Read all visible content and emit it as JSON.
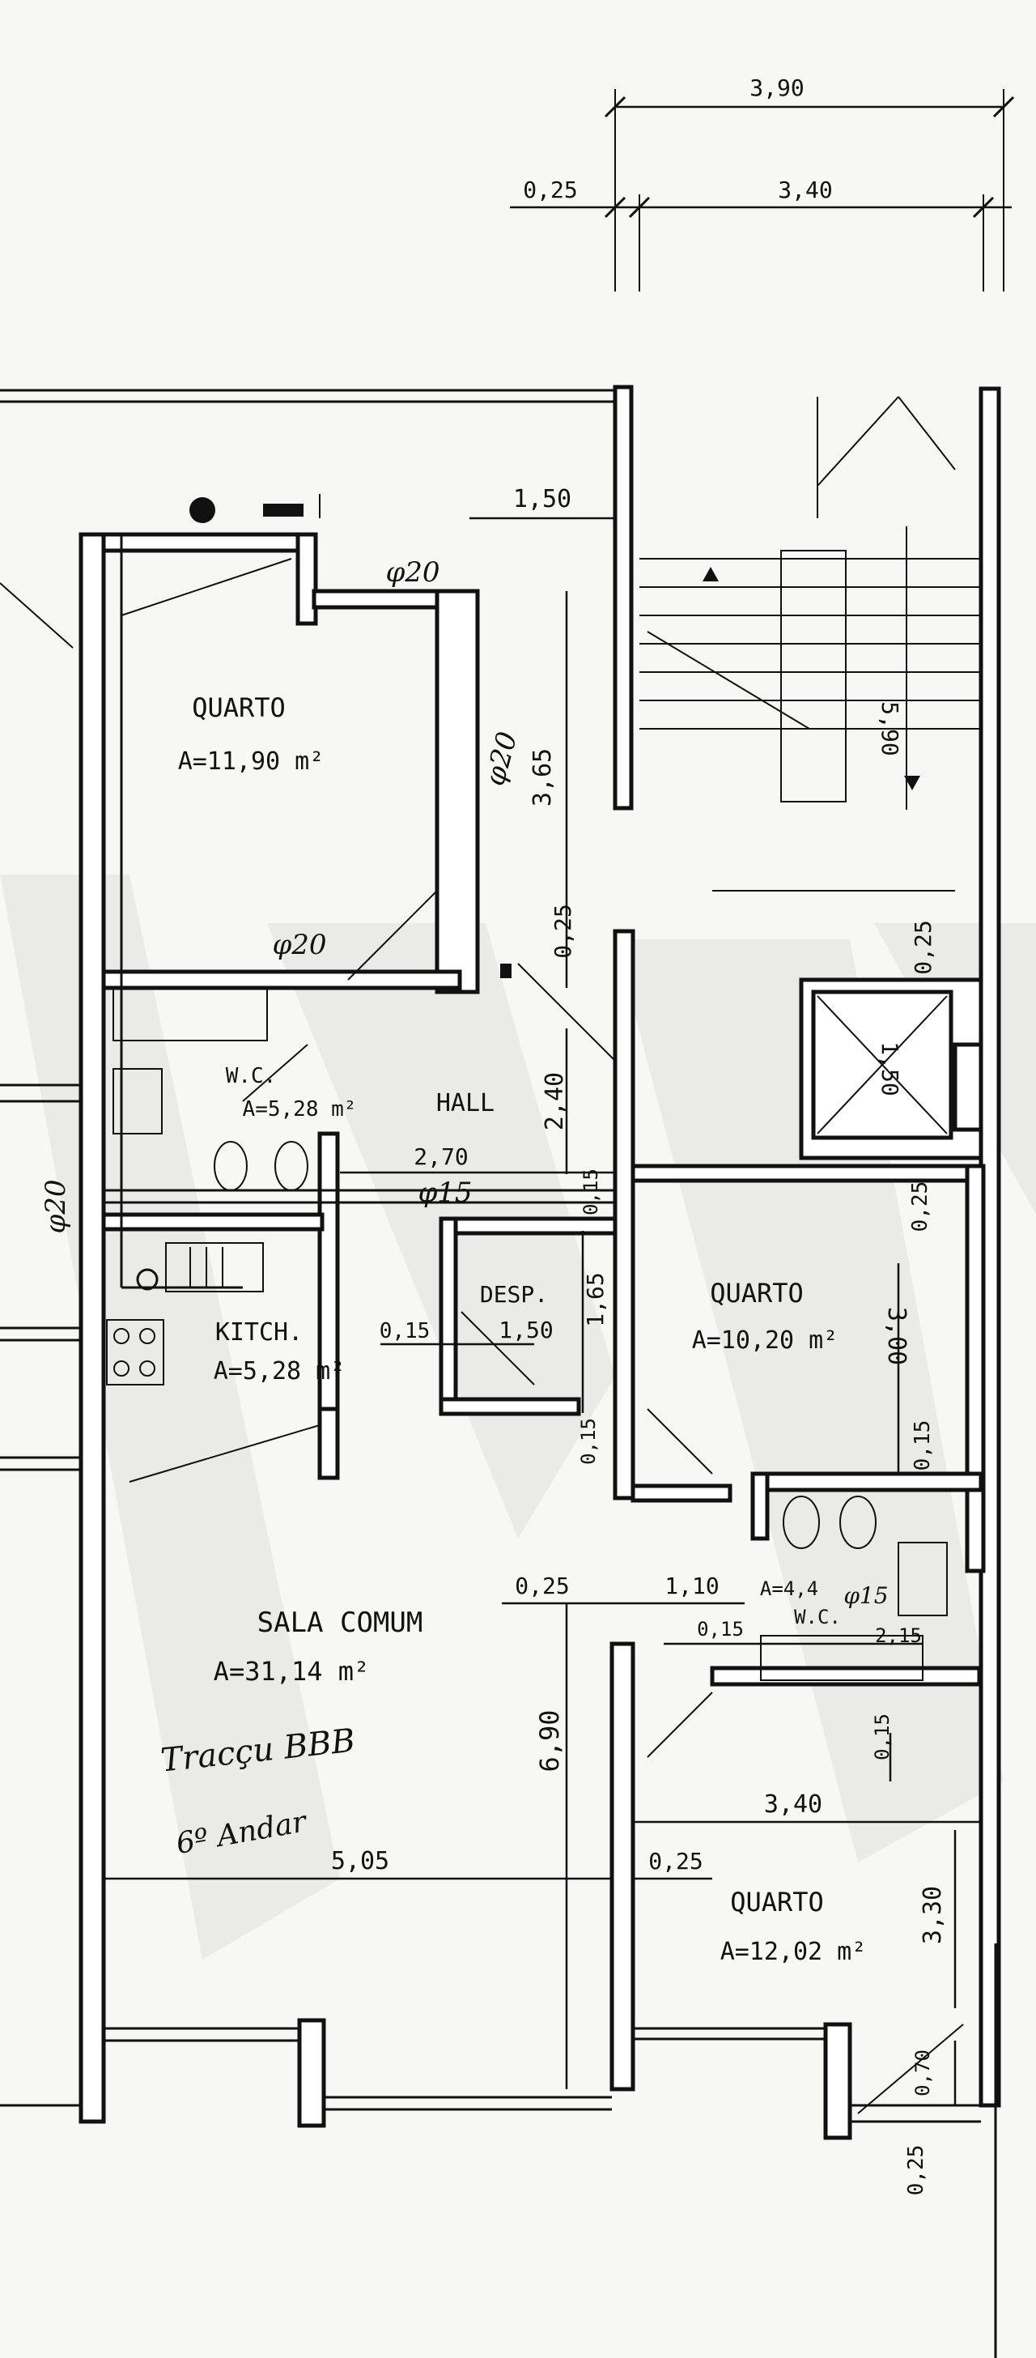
{
  "rooms": {
    "quarto_nw": {
      "name": "QUARTO",
      "area": "A=11,90 m²"
    },
    "wc_1": {
      "name": "W.C.",
      "area": "A=5,28 m²"
    },
    "hall": {
      "name": "HALL"
    },
    "kitchen": {
      "name": "KITCH.",
      "area": "A=5,28 m²"
    },
    "desp": {
      "name": "DESP."
    },
    "quarto_e": {
      "name": "QUARTO",
      "area": "A=10,20 m²"
    },
    "wc_2": {
      "name": "W.C.",
      "area": "A=4,4"
    },
    "sala": {
      "name": "SALA  COMUM",
      "area": "A=31,14 m²"
    },
    "quarto_se": {
      "name": "QUARTO",
      "area": "A=12,02 m²"
    }
  },
  "dimensions": {
    "top_total": "3,90",
    "top_left": "0,25",
    "top_mid": "3,40",
    "corridor_width": "1,50",
    "quarto_depth": "3,65",
    "stair_length": "5,90",
    "gap_1": "0,25",
    "gap_2": "0,25",
    "lift": "1,50",
    "hall_depth": "2,40",
    "hall_width": "2,70",
    "gap_3": "0,15",
    "desp_depth": "1,65",
    "desp_width": "1,50",
    "desp_wall": "0,15",
    "gap_4": "0,25",
    "quarto_e_depth": "3,00",
    "gap_5": "0,15",
    "gap_6": "0,15",
    "gap_7": "0,25",
    "wc2_width": "1,10",
    "gap_8": "0,15",
    "wc2_depth": "2,15",
    "gap_9": "0,15",
    "sala_depth": "6,90",
    "sala_width": "5,05",
    "gap_10": "0,25",
    "quarto_se_width": "3,40",
    "quarto_se_depth": "3,30",
    "gap_11": "0,70",
    "gap_12": "0,25"
  },
  "pipes": {
    "p1": "φ20",
    "p2": "φ20",
    "p3": "φ20",
    "p4": "φ20",
    "p5": "φ15",
    "p6": "φ15"
  },
  "annotation": {
    "line1": "Tracçu BBB",
    "line2": "6º Andar"
  }
}
